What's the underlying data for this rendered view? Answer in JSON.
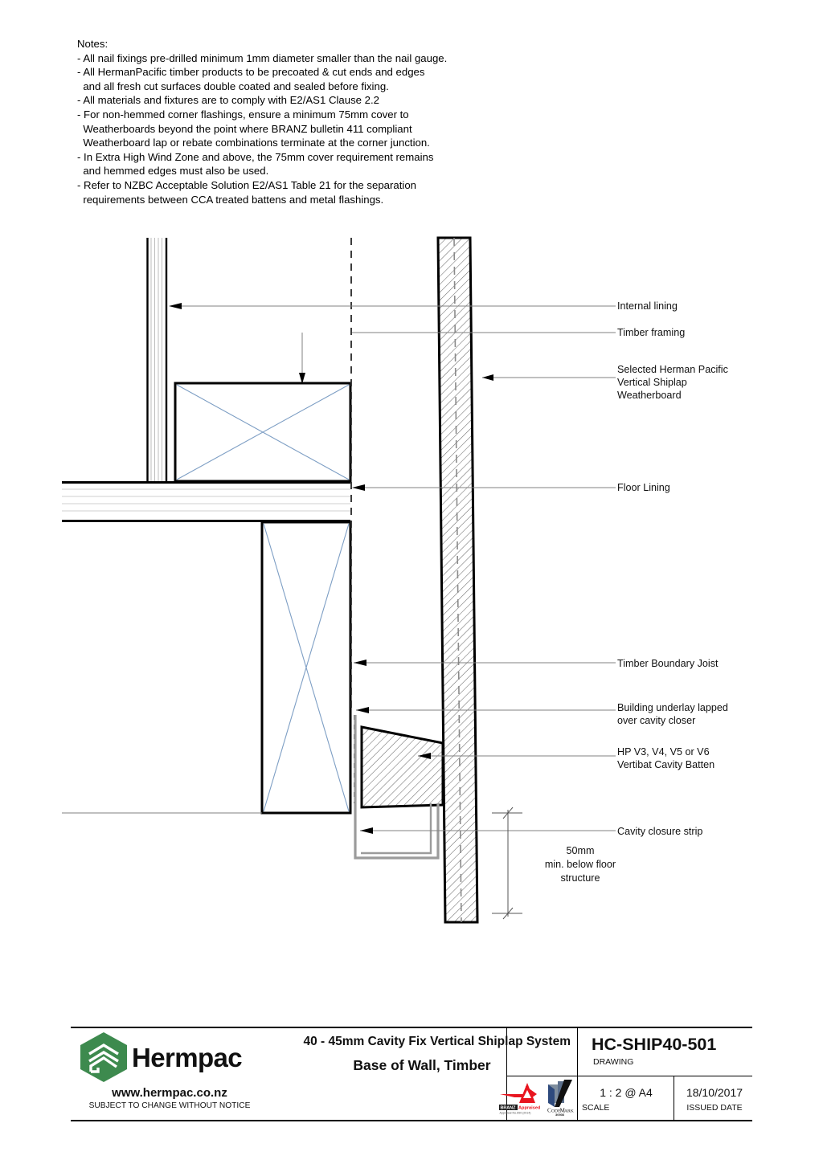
{
  "notes": {
    "heading": "Notes:",
    "items": [
      "- All nail fixings pre-drilled minimum 1mm diameter smaller than the nail gauge.",
      "- All HermanPacific timber products to be precoated & cut ends and edges",
      "  and all fresh cut surfaces double coated and sealed before fixing.",
      "- All materials and fixtures are to comply with E2/AS1 Clause 2.2",
      "- For non-hemmed corner flashings, ensure a minimum 75mm cover to",
      "  Weatherboards beyond the point where BRANZ bulletin 411 compliant",
      "  Weatherboard lap or rebate combinations terminate at the corner junction.",
      "- In Extra High Wind Zone and above, the 75mm cover requirement remains",
      "  and hemmed edges must also be used.",
      "- Refer to NZBC Acceptable Solution E2/AS1 Table 21 for the separation",
      "  requirements between CCA treated battens and metal flashings."
    ]
  },
  "drawing": {
    "labels": [
      {
        "id": "internal-lining",
        "text": "Internal lining"
      },
      {
        "id": "timber-framing",
        "text": "Timber framing"
      },
      {
        "id": "weatherboard",
        "line1": "Selected Herman Pacific",
        "line2": "Vertical Shiplap",
        "line3": "Weatherboard"
      },
      {
        "id": "floor-lining",
        "text": "Floor Lining"
      },
      {
        "id": "boundary-joist",
        "text": "Timber Boundary Joist"
      },
      {
        "id": "building-underlay",
        "line1": "Building underlay lapped",
        "line2": "over cavity closer"
      },
      {
        "id": "cavity-batten",
        "line1": "HP V3, V4, V5 or V6",
        "line2": "Vertibat Cavity Batten"
      },
      {
        "id": "cavity-closure",
        "text": "Cavity closure strip"
      }
    ],
    "dimension": {
      "line1": "50mm",
      "line2": "min. below floor",
      "line3": "structure"
    },
    "colors": {
      "outline": "#000000",
      "hatch": "#6e6e6e",
      "cross": "#7d9ec4",
      "leader": "#808080",
      "closure_strip": "#9b9b9b"
    }
  },
  "titleblock": {
    "brand": "Hermpac",
    "website": "www.hermpac.co.nz",
    "disclaimer": "SUBJECT TO CHANGE WITHOUT NOTICE",
    "system_name": "40 - 45mm Cavity Fix Vertical Shiplap System",
    "detail_name": "Base of Wall, Timber",
    "drawing_number": "HC-SHIP40-501",
    "drawing_label": "DRAWING",
    "scale_value": "1 : 2 @ A4",
    "scale_label": "SCALE",
    "issued_value": "18/10/2017",
    "issued_label": "ISSUED DATE",
    "certs": {
      "branz_name": "BRANZ",
      "branz_word": "Appraised",
      "branz_sub": "Appraisal No.650 (2014)",
      "codemark_name": "CodeMark",
      "codemark_sub": "30936"
    },
    "brand_color": "#3d8a4e"
  }
}
